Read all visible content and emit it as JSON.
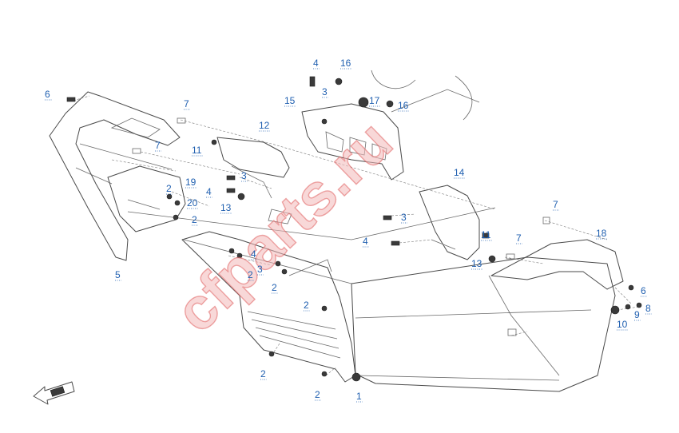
{
  "watermark": "cfparts.ru",
  "callouts": [
    {
      "id": "c6a",
      "text": "6"
    },
    {
      "id": "c7a",
      "text": "7"
    },
    {
      "id": "c7b",
      "text": "7"
    },
    {
      "id": "c11a",
      "text": "11"
    },
    {
      "id": "c12",
      "text": "12"
    },
    {
      "id": "c4a",
      "text": "4"
    },
    {
      "id": "c16a",
      "text": "16"
    },
    {
      "id": "c15",
      "text": "15"
    },
    {
      "id": "c3a",
      "text": "3"
    },
    {
      "id": "c17",
      "text": "17"
    },
    {
      "id": "c16b",
      "text": "16"
    },
    {
      "id": "c19",
      "text": "19"
    },
    {
      "id": "c2a",
      "text": "2"
    },
    {
      "id": "c20",
      "text": "20"
    },
    {
      "id": "c2b",
      "text": "2"
    },
    {
      "id": "c4b",
      "text": "4"
    },
    {
      "id": "c3b",
      "text": "3"
    },
    {
      "id": "c13a",
      "text": "13"
    },
    {
      "id": "c5",
      "text": "5"
    },
    {
      "id": "c14",
      "text": "14"
    },
    {
      "id": "c3c",
      "text": "3"
    },
    {
      "id": "c4c",
      "text": "4"
    },
    {
      "id": "c11b",
      "text": "11"
    },
    {
      "id": "c7c",
      "text": "7"
    },
    {
      "id": "c7d",
      "text": "7"
    },
    {
      "id": "c18",
      "text": "18"
    },
    {
      "id": "c13b",
      "text": "13"
    },
    {
      "id": "c4d",
      "text": "4"
    },
    {
      "id": "c3d",
      "text": "3"
    },
    {
      "id": "c2c",
      "text": "2"
    },
    {
      "id": "c2d",
      "text": "2"
    },
    {
      "id": "c2e",
      "text": "2"
    },
    {
      "id": "c2f",
      "text": "2"
    },
    {
      "id": "c2g",
      "text": "2"
    },
    {
      "id": "c1",
      "text": "1"
    },
    {
      "id": "c6b",
      "text": "6"
    },
    {
      "id": "c8",
      "text": "8"
    },
    {
      "id": "c9",
      "text": "9"
    },
    {
      "id": "c10",
      "text": "10"
    }
  ]
}
